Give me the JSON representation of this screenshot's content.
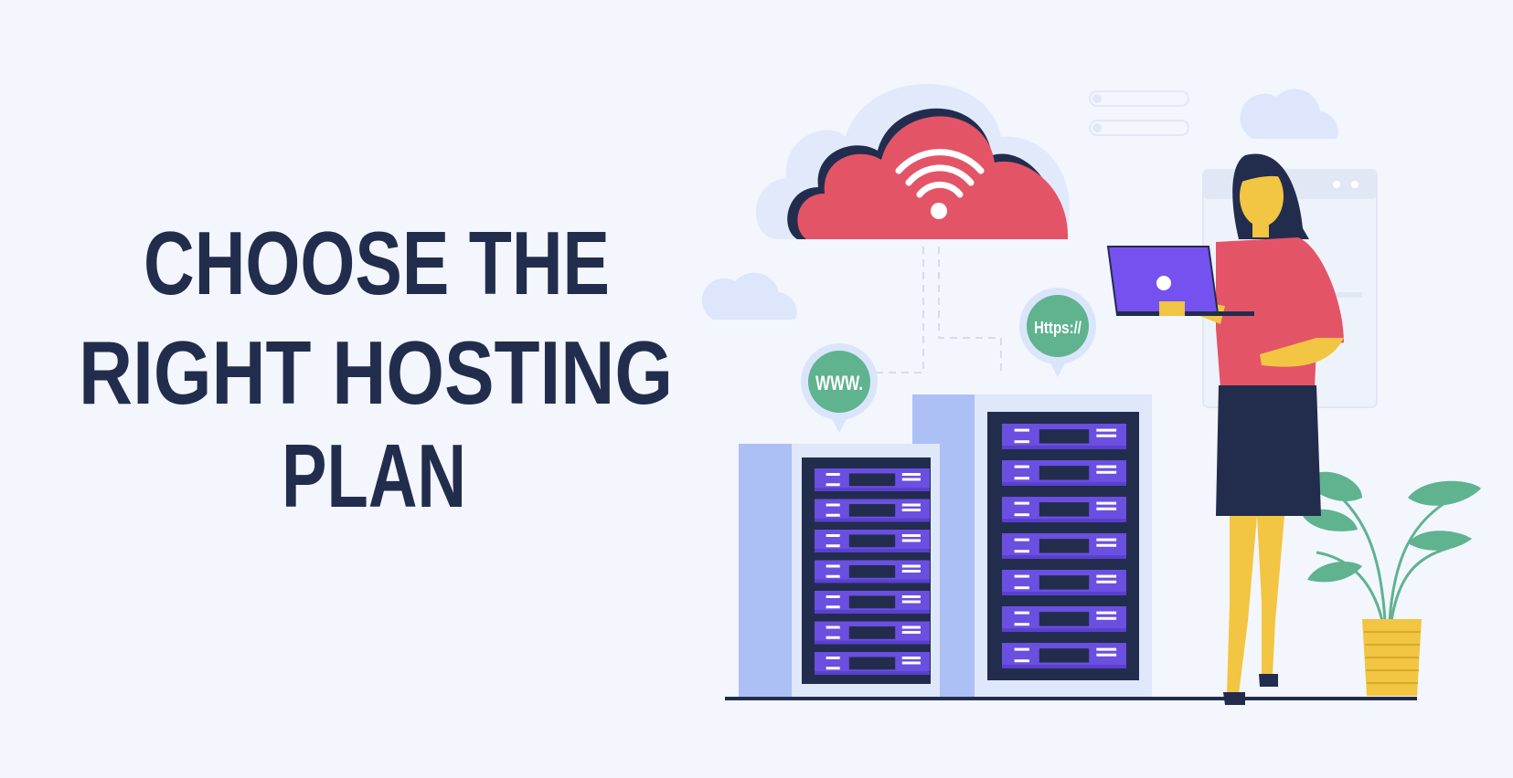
{
  "headline": {
    "line1": "CHOOSE THE",
    "line2": "RIGHT HOSTING",
    "line3": "PLAN"
  },
  "bubbles": {
    "www": "WWW.",
    "https": "Https://"
  },
  "icons": [
    "cloud-wifi-icon",
    "laptop-icon",
    "server-rack-icon",
    "plant-icon"
  ],
  "colors": {
    "background": "#f3f6fd",
    "headline": "#222d4d",
    "cloud": "#e45467",
    "server": "#6a4fe0",
    "bubble": "#5fb38f",
    "accent_yellow": "#f2c542"
  }
}
